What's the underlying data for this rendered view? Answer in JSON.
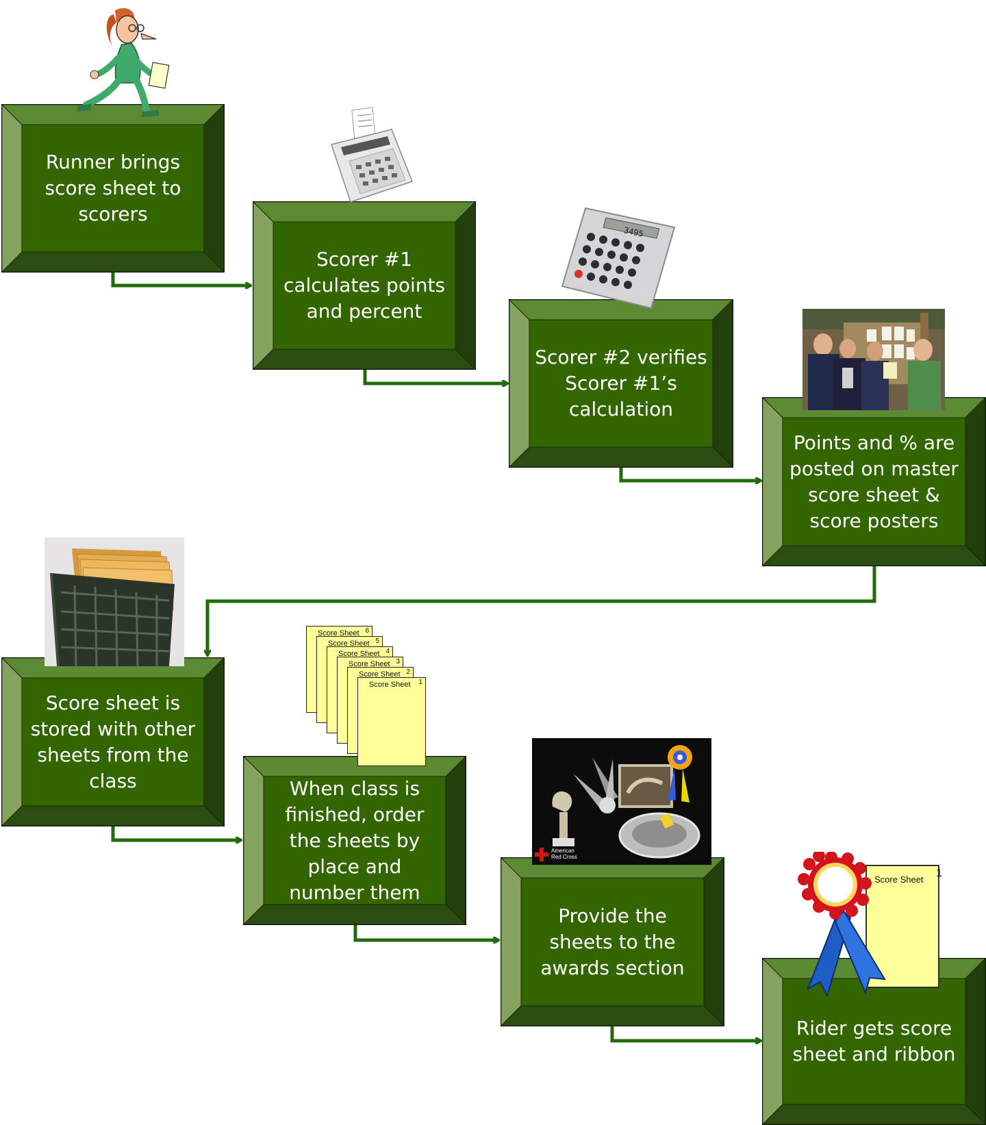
{
  "steps": [
    {
      "id": "runner",
      "text": "Runner brings score sheet to scorers"
    },
    {
      "id": "scorer1",
      "text": "Scorer #1 calculates points and percent"
    },
    {
      "id": "scorer2",
      "text": "Scorer #2 verifies Scorer #1’s calculation"
    },
    {
      "id": "posted",
      "text": "Points and % are posted on master score sheet & score posters"
    },
    {
      "id": "stored",
      "text": "Score sheet is stored with other sheets from the class"
    },
    {
      "id": "ordered",
      "text": "When class is finished, order the sheets by place and number them"
    },
    {
      "id": "awards",
      "text": "Provide the sheets to the awards section"
    },
    {
      "id": "rider",
      "text": "Rider gets score sheet and ribbon"
    }
  ],
  "stacked_sheets": {
    "label": "Score Sheet",
    "numbers": [
      "6",
      "5",
      "4",
      "3",
      "2",
      "1"
    ]
  },
  "rider_sheet": {
    "label": "Score Sheet",
    "number": "1"
  },
  "calculator_display": "3495",
  "awards_photo_caption": "American Red Cross",
  "colors": {
    "box_face": "#336600",
    "bevel_top": "#5c8a33",
    "bevel_left": "#85a25e",
    "bevel_right": "#223f0c",
    "bevel_bottom": "#2c4d11",
    "arrow": "#216b0b",
    "sheet_yellow": "#ffff99"
  },
  "icons": [
    "runner-woman-icon",
    "adding-machine-icon",
    "calculator-icon",
    "scoreboard-photo",
    "file-box-photo",
    "stacked-score-sheets",
    "awards-photo",
    "ribbon-icon"
  ]
}
